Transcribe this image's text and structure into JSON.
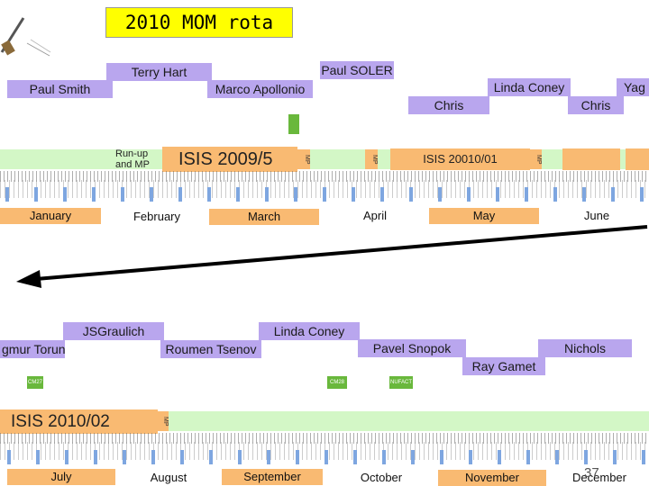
{
  "title": "2010 MOM rota",
  "top": {
    "names": [
      "Paul Smith",
      "Terry Hart",
      "Marco Apollonio",
      "Paul SOLER",
      "Chris",
      "Linda Coney",
      "Chris",
      "Yag"
    ],
    "runup": "Run-up and MP",
    "isis1": "ISIS 2009/5",
    "mp": "MP",
    "isis2": "ISIS 20010/01",
    "months": [
      "January",
      "February",
      "March",
      "April",
      "May",
      "June"
    ]
  },
  "bottom": {
    "names": [
      "gmur Torun",
      "JSGraulich",
      "Roumen Tsenov",
      "Linda Coney",
      "Pavel Snopok",
      "Ray Gamet",
      "Nichols"
    ],
    "tags": [
      "CM28",
      "NUFACT",
      "CM27"
    ],
    "isis": "ISIS 2010/02",
    "mp": "MP",
    "months": [
      "July",
      "August",
      "September",
      "October",
      "November",
      "December"
    ]
  },
  "page_number": "37",
  "colors": {
    "title_bg": "#ffff00",
    "name_box": "#b9a6ee",
    "band": "#d3f7c6",
    "orange": "#f9ba72",
    "arrow": "#000000"
  }
}
